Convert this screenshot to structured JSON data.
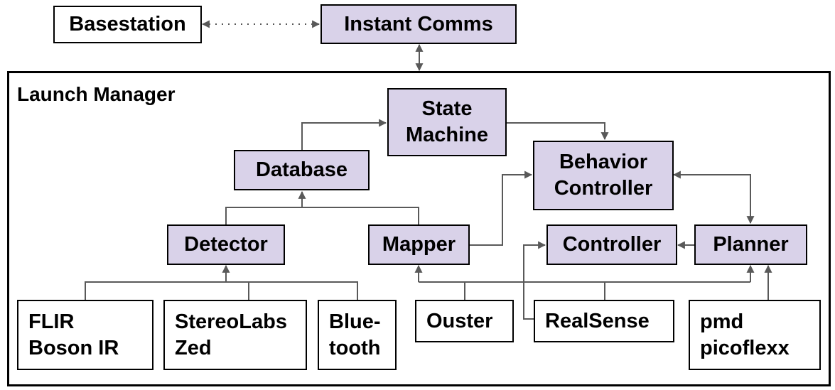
{
  "colors": {
    "module_fill": "#d9d2e9",
    "edge": "#595959",
    "border": "#000000"
  },
  "container": {
    "label": "Launch Manager"
  },
  "nodes": {
    "basestation": "Basestation",
    "instant_comms": "Instant Comms",
    "state_machine": [
      "State",
      "Machine"
    ],
    "database": "Database",
    "behavior_controller": [
      "Behavior",
      "Controller"
    ],
    "detector": "Detector",
    "mapper": "Mapper",
    "controller": "Controller",
    "planner": "Planner",
    "flir": [
      "FLIR",
      "Boson IR"
    ],
    "stereolabs": [
      "StereoLabs",
      "Zed"
    ],
    "bluetooth": [
      "Blue-",
      "tooth"
    ],
    "ouster": "Ouster",
    "realsense": "RealSense",
    "pmd": [
      "pmd",
      "picoflexx"
    ]
  },
  "edges": [
    {
      "from": "basestation",
      "to": "instant_comms",
      "style": "dotted",
      "direction": "both"
    },
    {
      "from": "instant_comms",
      "to": "launch_manager",
      "style": "solid",
      "direction": "both"
    },
    {
      "from": "database",
      "to": "state_machine",
      "style": "solid",
      "direction": "forward"
    },
    {
      "from": "state_machine",
      "to": "behavior_controller",
      "style": "solid",
      "direction": "forward"
    },
    {
      "from": "detector",
      "to": "database",
      "style": "solid",
      "direction": "forward"
    },
    {
      "from": "mapper",
      "to": "database",
      "style": "solid",
      "direction": "forward"
    },
    {
      "from": "mapper",
      "to": "behavior_controller",
      "style": "solid",
      "direction": "forward"
    },
    {
      "from": "behavior_controller",
      "to": "planner",
      "style": "solid",
      "direction": "both"
    },
    {
      "from": "planner",
      "to": "controller",
      "style": "solid",
      "direction": "forward"
    },
    {
      "from": "flir",
      "to": "detector",
      "style": "solid",
      "direction": "forward"
    },
    {
      "from": "stereolabs",
      "to": "detector",
      "style": "solid",
      "direction": "forward"
    },
    {
      "from": "bluetooth",
      "to": "detector",
      "style": "solid",
      "direction": "forward"
    },
    {
      "from": "ouster",
      "to": "mapper",
      "style": "solid",
      "direction": "forward"
    },
    {
      "from": "realsense",
      "to": "mapper",
      "style": "solid",
      "direction": "forward"
    },
    {
      "from": "ouster",
      "to": "planner",
      "style": "solid",
      "direction": "forward"
    },
    {
      "from": "realsense",
      "to": "planner",
      "style": "solid",
      "direction": "forward"
    },
    {
      "from": "realsense",
      "to": "controller",
      "style": "solid",
      "direction": "forward"
    },
    {
      "from": "pmd",
      "to": "planner",
      "style": "solid",
      "direction": "forward"
    }
  ]
}
